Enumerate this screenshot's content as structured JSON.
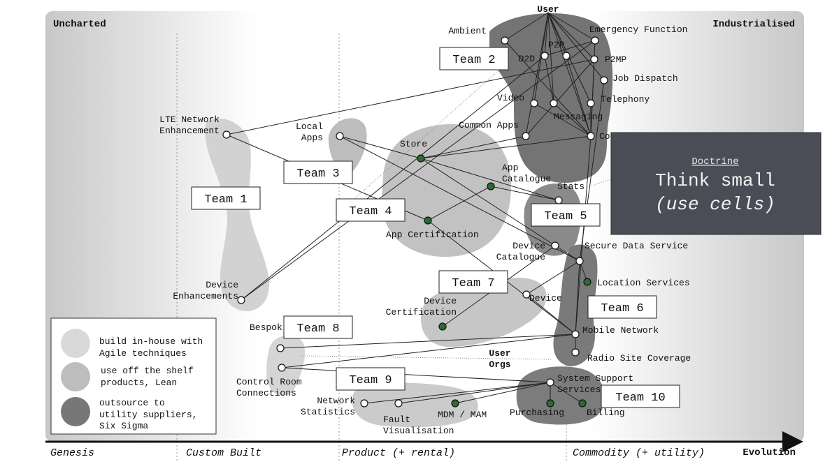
{
  "corners": {
    "top_left": "Uncharted",
    "top_right": "Industrialised"
  },
  "stages": [
    "Genesis",
    "Custom Built",
    "Product (+ rental)",
    "Commodity (+ utility)"
  ],
  "axis_label": "Evolution",
  "doctrine": {
    "title": "Doctrine",
    "line1": "Think small",
    "line2": "(use cells)"
  },
  "legend": [
    {
      "lines": [
        "build in-house with",
        "Agile techniques"
      ],
      "color": "#d9d9d9"
    },
    {
      "lines": [
        "use off the shelf",
        "products, Lean"
      ],
      "color": "#bdbdbd"
    },
    {
      "lines": [
        "outsource to",
        "utility suppliers,",
        "Six Sigma"
      ],
      "color": "#777777"
    }
  ],
  "colors": {
    "node_green": "#2e6b2e",
    "cell_dark": "#747474",
    "cell_light": "#cfcfcf",
    "doctrine_bg": "#4a4d55"
  },
  "nodes": {
    "user": {
      "label": "User"
    },
    "ambient": {
      "label": "Ambient"
    },
    "emergency": {
      "label": "Emergency Function"
    },
    "p2p": {
      "label": "P2P"
    },
    "d2d": {
      "label": "D2D"
    },
    "p2mp": {
      "label": "P2MP"
    },
    "jobdispatch": {
      "label": "Job Dispatch"
    },
    "video": {
      "label": "Video"
    },
    "telephony": {
      "label": "Telephony"
    },
    "messaging": {
      "label": "Messaging"
    },
    "commonapps": {
      "label": "Common Apps"
    },
    "core": {
      "label": "Co"
    },
    "lte": {
      "label": "LTE Network\nEnhancement"
    },
    "localapps": {
      "label": "Local\nApps"
    },
    "store": {
      "label": "Store"
    },
    "appcatalogue": {
      "label": "App\nCatalogue"
    },
    "stats": {
      "label": "Stats"
    },
    "appcert": {
      "label": "App Certification"
    },
    "devcatalogue": {
      "label": "Device\nCatalogue"
    },
    "securedata": {
      "label": "Secure Data Service"
    },
    "location": {
      "label": "Location Services"
    },
    "devenh": {
      "label": "Device\nEnhancements"
    },
    "devcert": {
      "label": "Device\nCertification"
    },
    "device": {
      "label": "Device"
    },
    "bespoke": {
      "label": "Bespok"
    },
    "mobilenet": {
      "label": "Mobile Network"
    },
    "radiosite": {
      "label": "Radio Site Coverage"
    },
    "controlroom": {
      "label": "Control Room\nConnections"
    },
    "userorgs": {
      "label": "User\nOrgs"
    },
    "syssupport": {
      "label": "System Support\nServices"
    },
    "netstats": {
      "label": "Network\nStatistics"
    },
    "faultvis": {
      "label": "Fault\nVisualisation"
    },
    "mdm": {
      "label": "MDM / MAM"
    },
    "purchasing": {
      "label": "Purchasing"
    },
    "billing": {
      "label": "Billing"
    }
  },
  "teams": [
    "Team 1",
    "Team 2",
    "Team 3",
    "Team 4",
    "Team 5",
    "Team 6",
    "Team 7",
    "Team 8",
    "Team 9",
    "Team 10"
  ],
  "links": [
    [
      "user",
      "ambient"
    ],
    [
      "user",
      "emergency"
    ],
    [
      "user",
      "p2p"
    ],
    [
      "user",
      "d2d"
    ],
    [
      "user",
      "p2mp"
    ],
    [
      "user",
      "video"
    ],
    [
      "user",
      "telephony"
    ],
    [
      "user",
      "messaging"
    ],
    [
      "user",
      "commonapps"
    ],
    [
      "user",
      "core"
    ],
    [
      "user",
      "jobdispatch"
    ],
    [
      "ambient",
      "core"
    ],
    [
      "d2d",
      "messaging"
    ],
    [
      "p2p",
      "core"
    ],
    [
      "p2mp",
      "core"
    ],
    [
      "emergency",
      "core"
    ],
    [
      "emergency",
      "d2d"
    ],
    [
      "video",
      "core"
    ],
    [
      "telephony",
      "core"
    ],
    [
      "messaging",
      "core"
    ],
    [
      "jobdispatch",
      "securedata"
    ],
    [
      "core",
      "mobilenet"
    ],
    [
      "p2mp",
      "commonapps"
    ],
    [
      "lte",
      "p2mp"
    ],
    [
      "lte",
      "appcert"
    ],
    [
      "localapps",
      "store"
    ],
    [
      "localapps",
      "securedata"
    ],
    [
      "store",
      "commonapps"
    ],
    [
      "store",
      "stats"
    ],
    [
      "store",
      "devcatalogue"
    ],
    [
      "store",
      "core"
    ],
    [
      "appcatalogue",
      "appcert"
    ],
    [
      "appcatalogue",
      "stats"
    ],
    [
      "devenh",
      "d2d"
    ],
    [
      "devenh",
      "emergency"
    ],
    [
      "devcatalogue",
      "devcert"
    ],
    [
      "devcatalogue",
      "securedata"
    ],
    [
      "device",
      "securedata"
    ],
    [
      "securedata",
      "location"
    ],
    [
      "securedata",
      "mobilenet"
    ],
    [
      "mobilenet",
      "radiosite"
    ],
    [
      "mobilenet",
      "device"
    ],
    [
      "mobilenet",
      "appcert"
    ],
    [
      "bespoke",
      "mobilenet"
    ],
    [
      "controlroom",
      "mobilenet"
    ],
    [
      "controlroom",
      "syssupport"
    ],
    [
      "syssupport",
      "netstats"
    ],
    [
      "syssupport",
      "faultvis"
    ],
    [
      "syssupport",
      "mdm"
    ],
    [
      "syssupport",
      "purchasing"
    ],
    [
      "syssupport",
      "billing"
    ]
  ]
}
